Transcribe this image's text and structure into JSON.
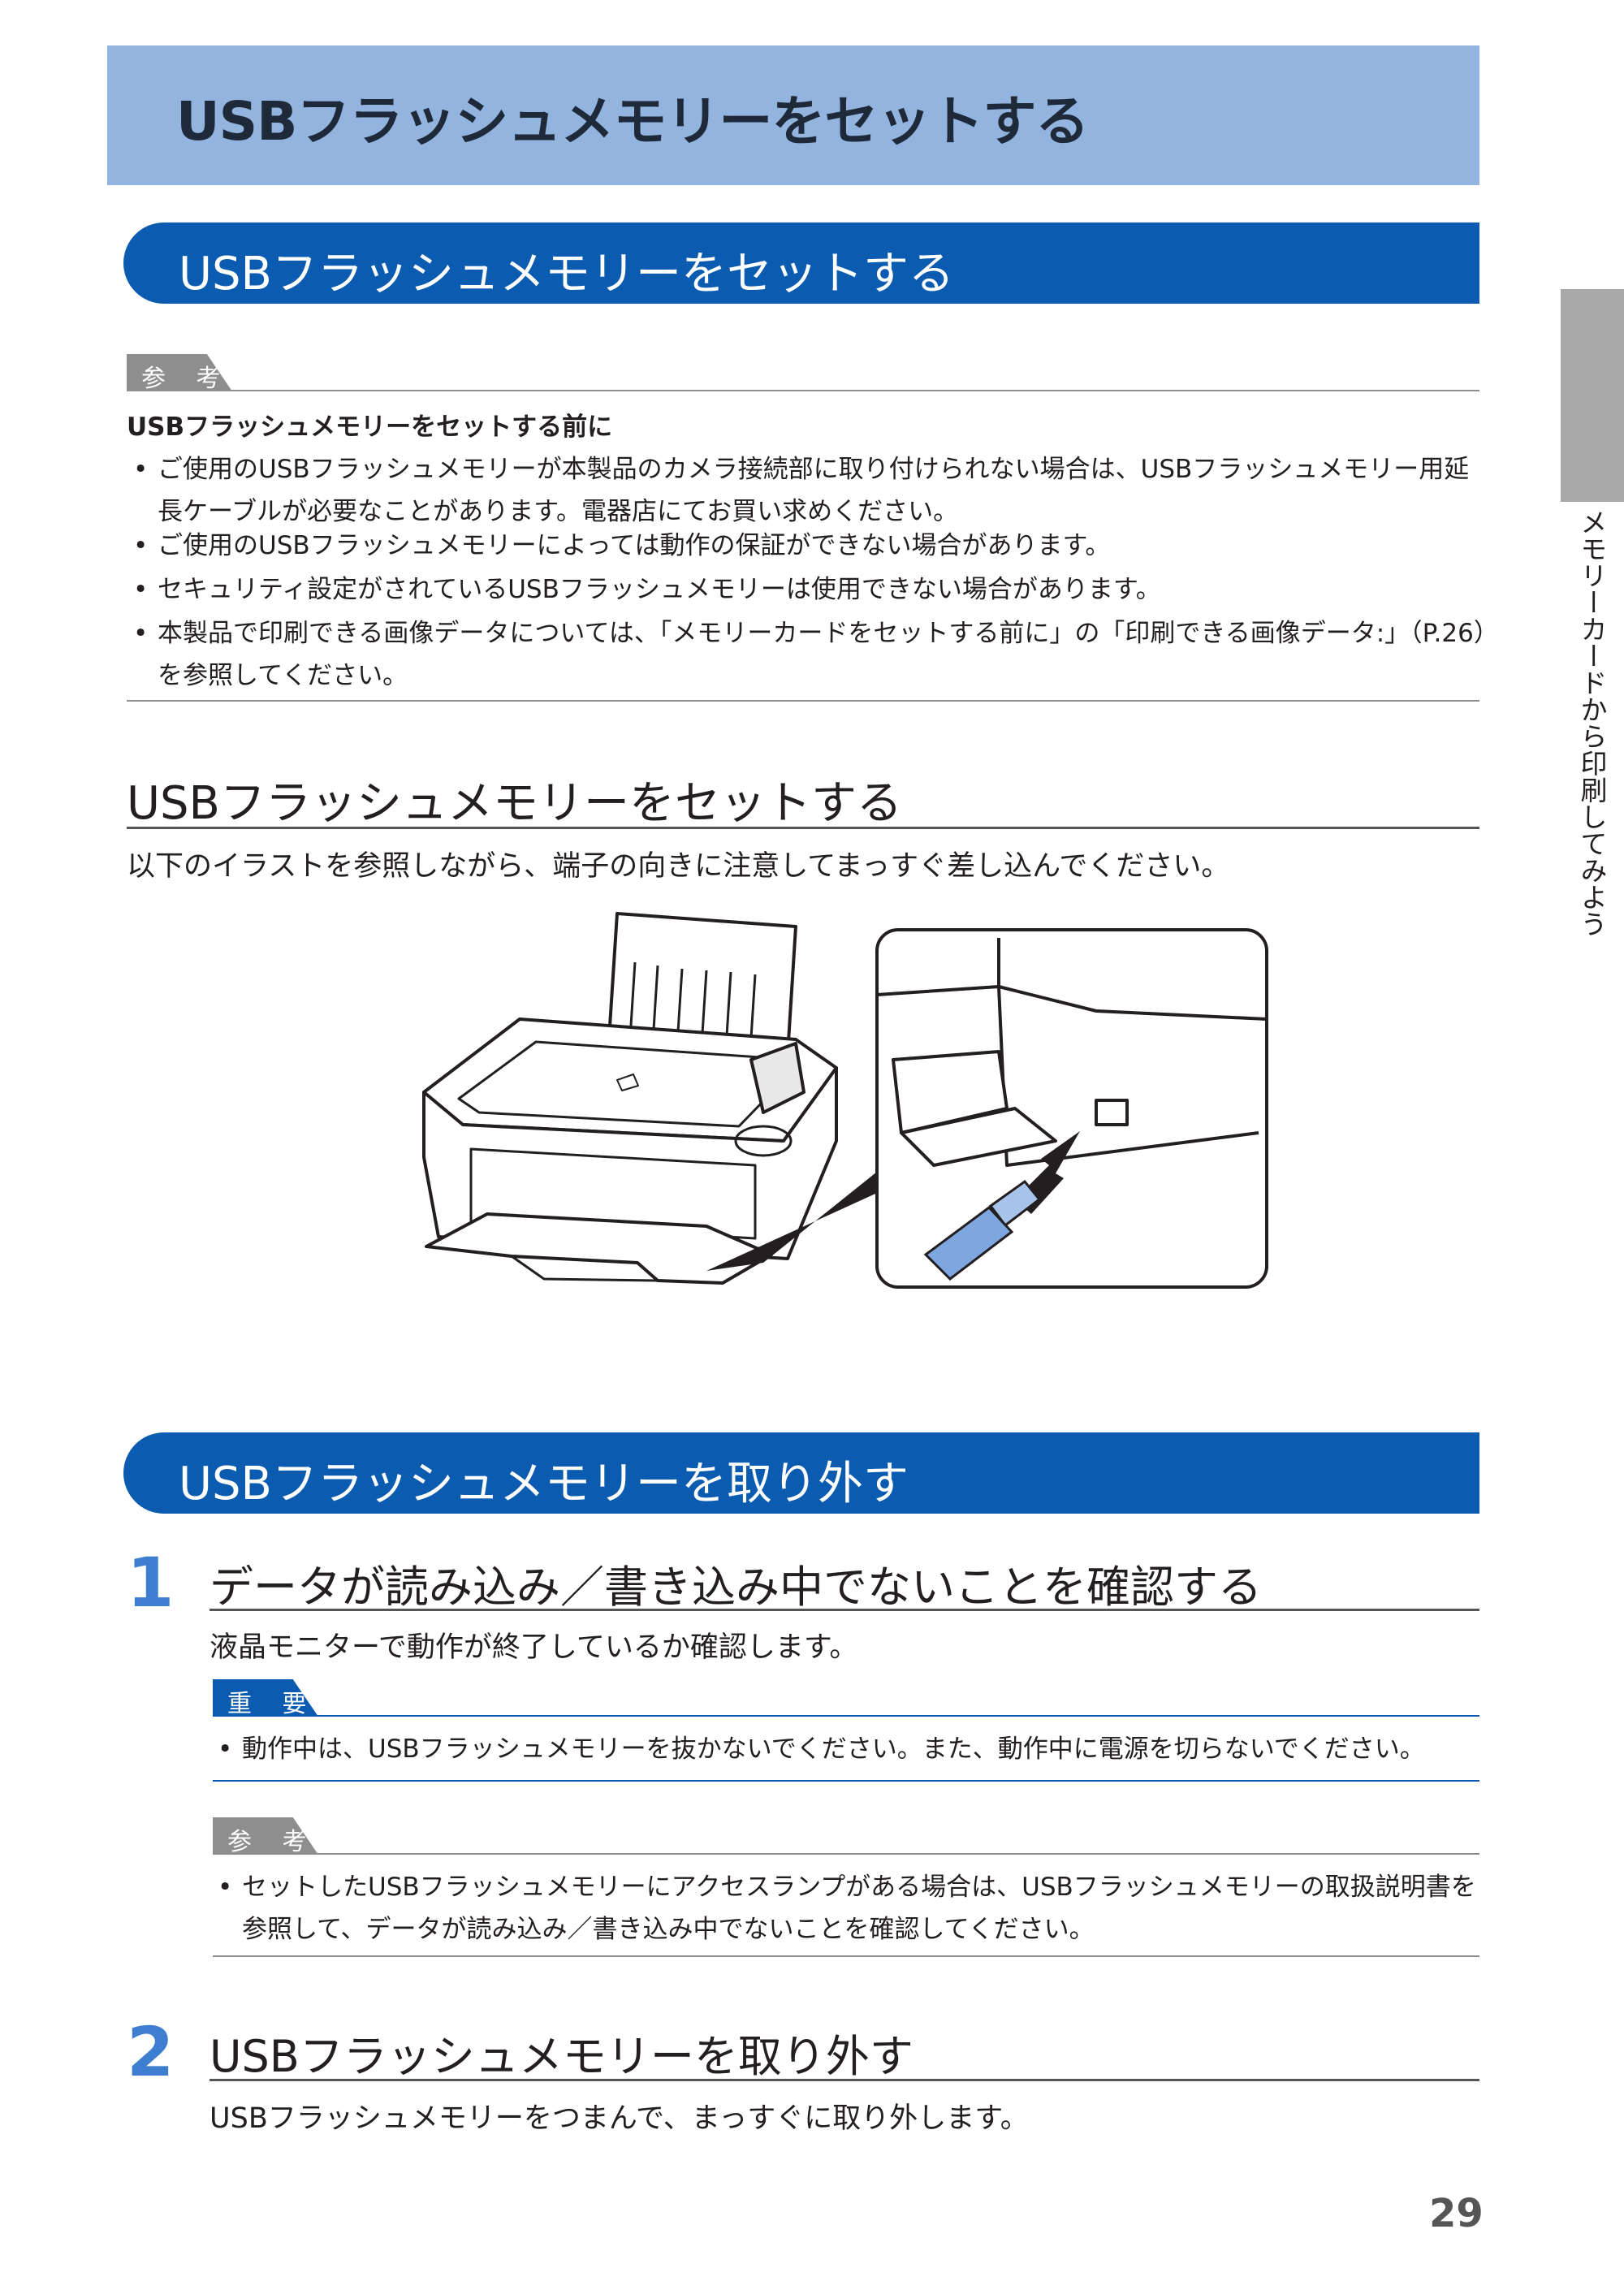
{
  "page_title": "USBフラッシュメモリーをセットする",
  "section1": {
    "heading": "USBフラッシュメモリーをセットする",
    "note_label": "参 考",
    "note_subheading": "USBフラッシュメモリーをセットする前に",
    "bullets": [
      {
        "line1": "ご使用のUSBフラッシュメモリーが本製品のカメラ接続部に取り付けられない場合は、USBフラッシュメモリー用延",
        "line2": "長ケーブルが必要なことがあります。電器店にてお買い求めください。"
      },
      {
        "line1": "ご使用のUSBフラッシュメモリーによっては動作の保証ができない場合があります。"
      },
      {
        "line1": "セキュリティ設定がされているUSBフラッシュメモリーは使用できない場合があります。"
      },
      {
        "line1": "本製品で印刷できる画像データについては、「メモリーカードをセットする前に」の「印刷できる画像データ:」（P.26）",
        "line2": "を参照してください。"
      }
    ],
    "subheading": "USBフラッシュメモリーをセットする",
    "instruction": "以下のイラストを参照しながら、端子の向きに注意してまっすぐ差し込んでください。"
  },
  "section2": {
    "heading": "USBフラッシュメモリーを取り外す",
    "steps": [
      {
        "number": "1",
        "title": "データが読み込み／書き込み中でないことを確認する",
        "text": "液晶モニターで動作が終了しているか確認します。",
        "important_label": "重 要",
        "important_bullet": "動作中は、USBフラッシュメモリーを抜かないでください。また、動作中に電源を切らないでください。",
        "note_label": "参 考",
        "note_line1": "セットしたUSBフラッシュメモリーにアクセスランプがある場合は、USBフラッシュメモリーの取扱説明書を",
        "note_line2": "参照して、データが読み込み／書き込み中でないことを確認してください。"
      },
      {
        "number": "2",
        "title": "USBフラッシュメモリーを取り外す",
        "text": "USBフラッシュメモリーをつまんで、まっすぐに取り外します。"
      }
    ]
  },
  "side_tab_label": "メモリーカードから印刷してみよう",
  "page_number": "29",
  "colors": {
    "title_band": "#92b4df",
    "accent_blue": "#0b5bb0",
    "step_number": "#3d7ed1",
    "usb_stick": "#7fa7df"
  },
  "bullet_glyph": "•"
}
